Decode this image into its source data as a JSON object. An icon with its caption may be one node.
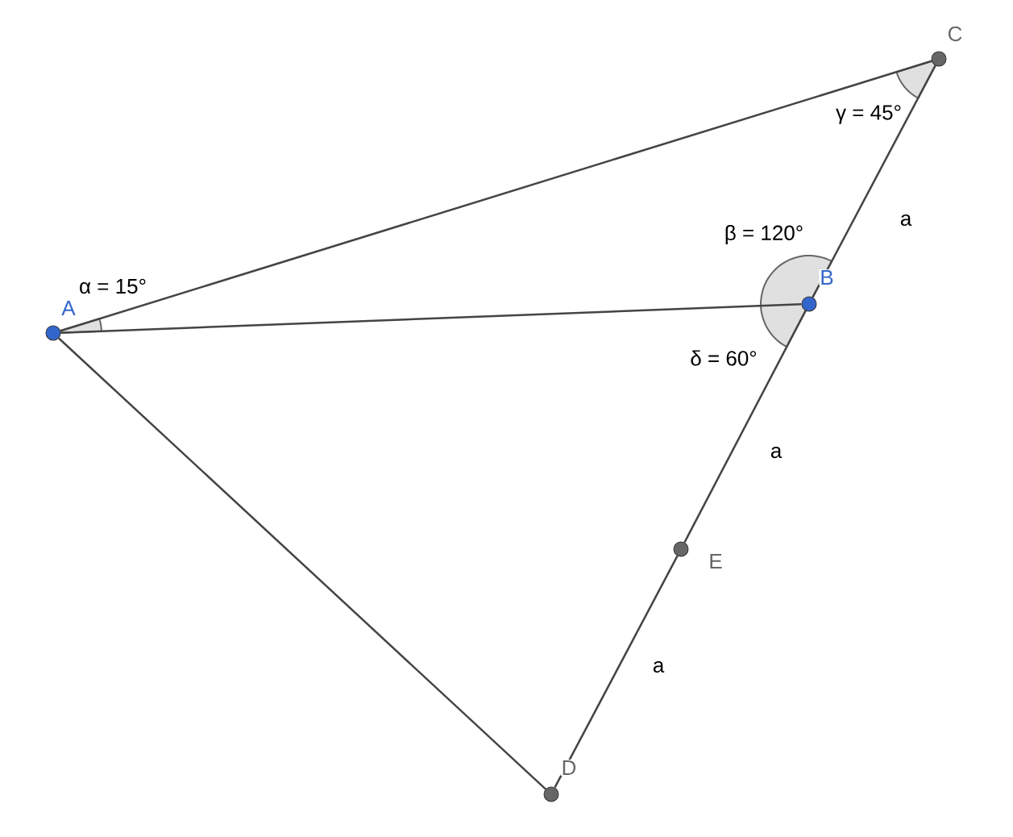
{
  "diagram": {
    "nodes": [
      {
        "text": [],
        "shape": "circle",
        "beside": [
          "A",
          "α = 15°"
        ]
      },
      {
        "text": [],
        "shape": "circle",
        "beside": [
          "B",
          "β = 120°",
          "δ = 60°"
        ]
      },
      {
        "text": [],
        "shape": "circle",
        "beside": [
          "C",
          "γ = 45°"
        ]
      },
      {
        "text": [],
        "shape": "circle",
        "beside": [
          "D"
        ]
      },
      {
        "text": [],
        "shape": "circle",
        "beside": [
          "E"
        ]
      }
    ],
    "edges": [
      {
        "from": 0,
        "to": 2,
        "arrow": "none"
      },
      {
        "from": 0,
        "to": 1,
        "arrow": "none"
      },
      {
        "from": 0,
        "to": 3,
        "arrow": "none"
      },
      {
        "from": 2,
        "to": 1,
        "arrow": "none",
        "label": "a"
      },
      {
        "from": 1,
        "to": 4,
        "arrow": "none",
        "label": "a"
      },
      {
        "from": 4,
        "to": 3,
        "arrow": "none",
        "label": "a"
      }
    ]
  }
}
